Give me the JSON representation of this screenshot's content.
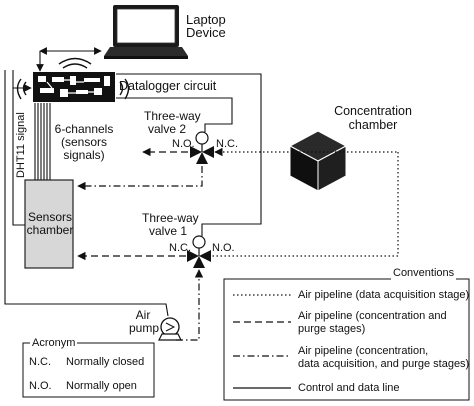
{
  "nodes": {
    "laptop": {
      "line1": "Laptop",
      "line2": "Device"
    },
    "datalogger": {
      "label": "Datalogger circuit"
    },
    "channels": {
      "line1": "6-channels",
      "line2": "(sensors",
      "line3": "signals)"
    },
    "dht11": {
      "label": "DHT11 signal"
    },
    "valve2": {
      "line1": "Three-way",
      "line2": "valve 2",
      "no": "N.O.",
      "nc": "N.C."
    },
    "valve1": {
      "line1": "Three-way",
      "line2": "valve 1",
      "nc": "N.C.",
      "no": "N.O."
    },
    "chamber": {
      "line1": "Sensors",
      "line2": "chamber"
    },
    "concentration": {
      "line1": "Concentration",
      "line2": "chamber"
    },
    "pump": {
      "line1": "Air",
      "line2": "pump"
    }
  },
  "acronym": {
    "title": "Acronym",
    "rows": [
      {
        "abbr": "N.C.",
        "meaning": "Normally closed"
      },
      {
        "abbr": "N.O.",
        "meaning": "Normally open"
      }
    ]
  },
  "conventions": {
    "title": "Conventions",
    "items": [
      {
        "style": "dotted",
        "lines": [
          "Air pipeline (data acquisition stage)"
        ]
      },
      {
        "style": "dashed",
        "lines": [
          "Air pipeline (concentration and",
          "purge stages)"
        ]
      },
      {
        "style": "dashdot",
        "lines": [
          "Air pipeline (concentration,",
          "data acquisition, and purge stages)"
        ]
      },
      {
        "style": "solid",
        "lines": [
          "Control and data line"
        ]
      }
    ]
  }
}
